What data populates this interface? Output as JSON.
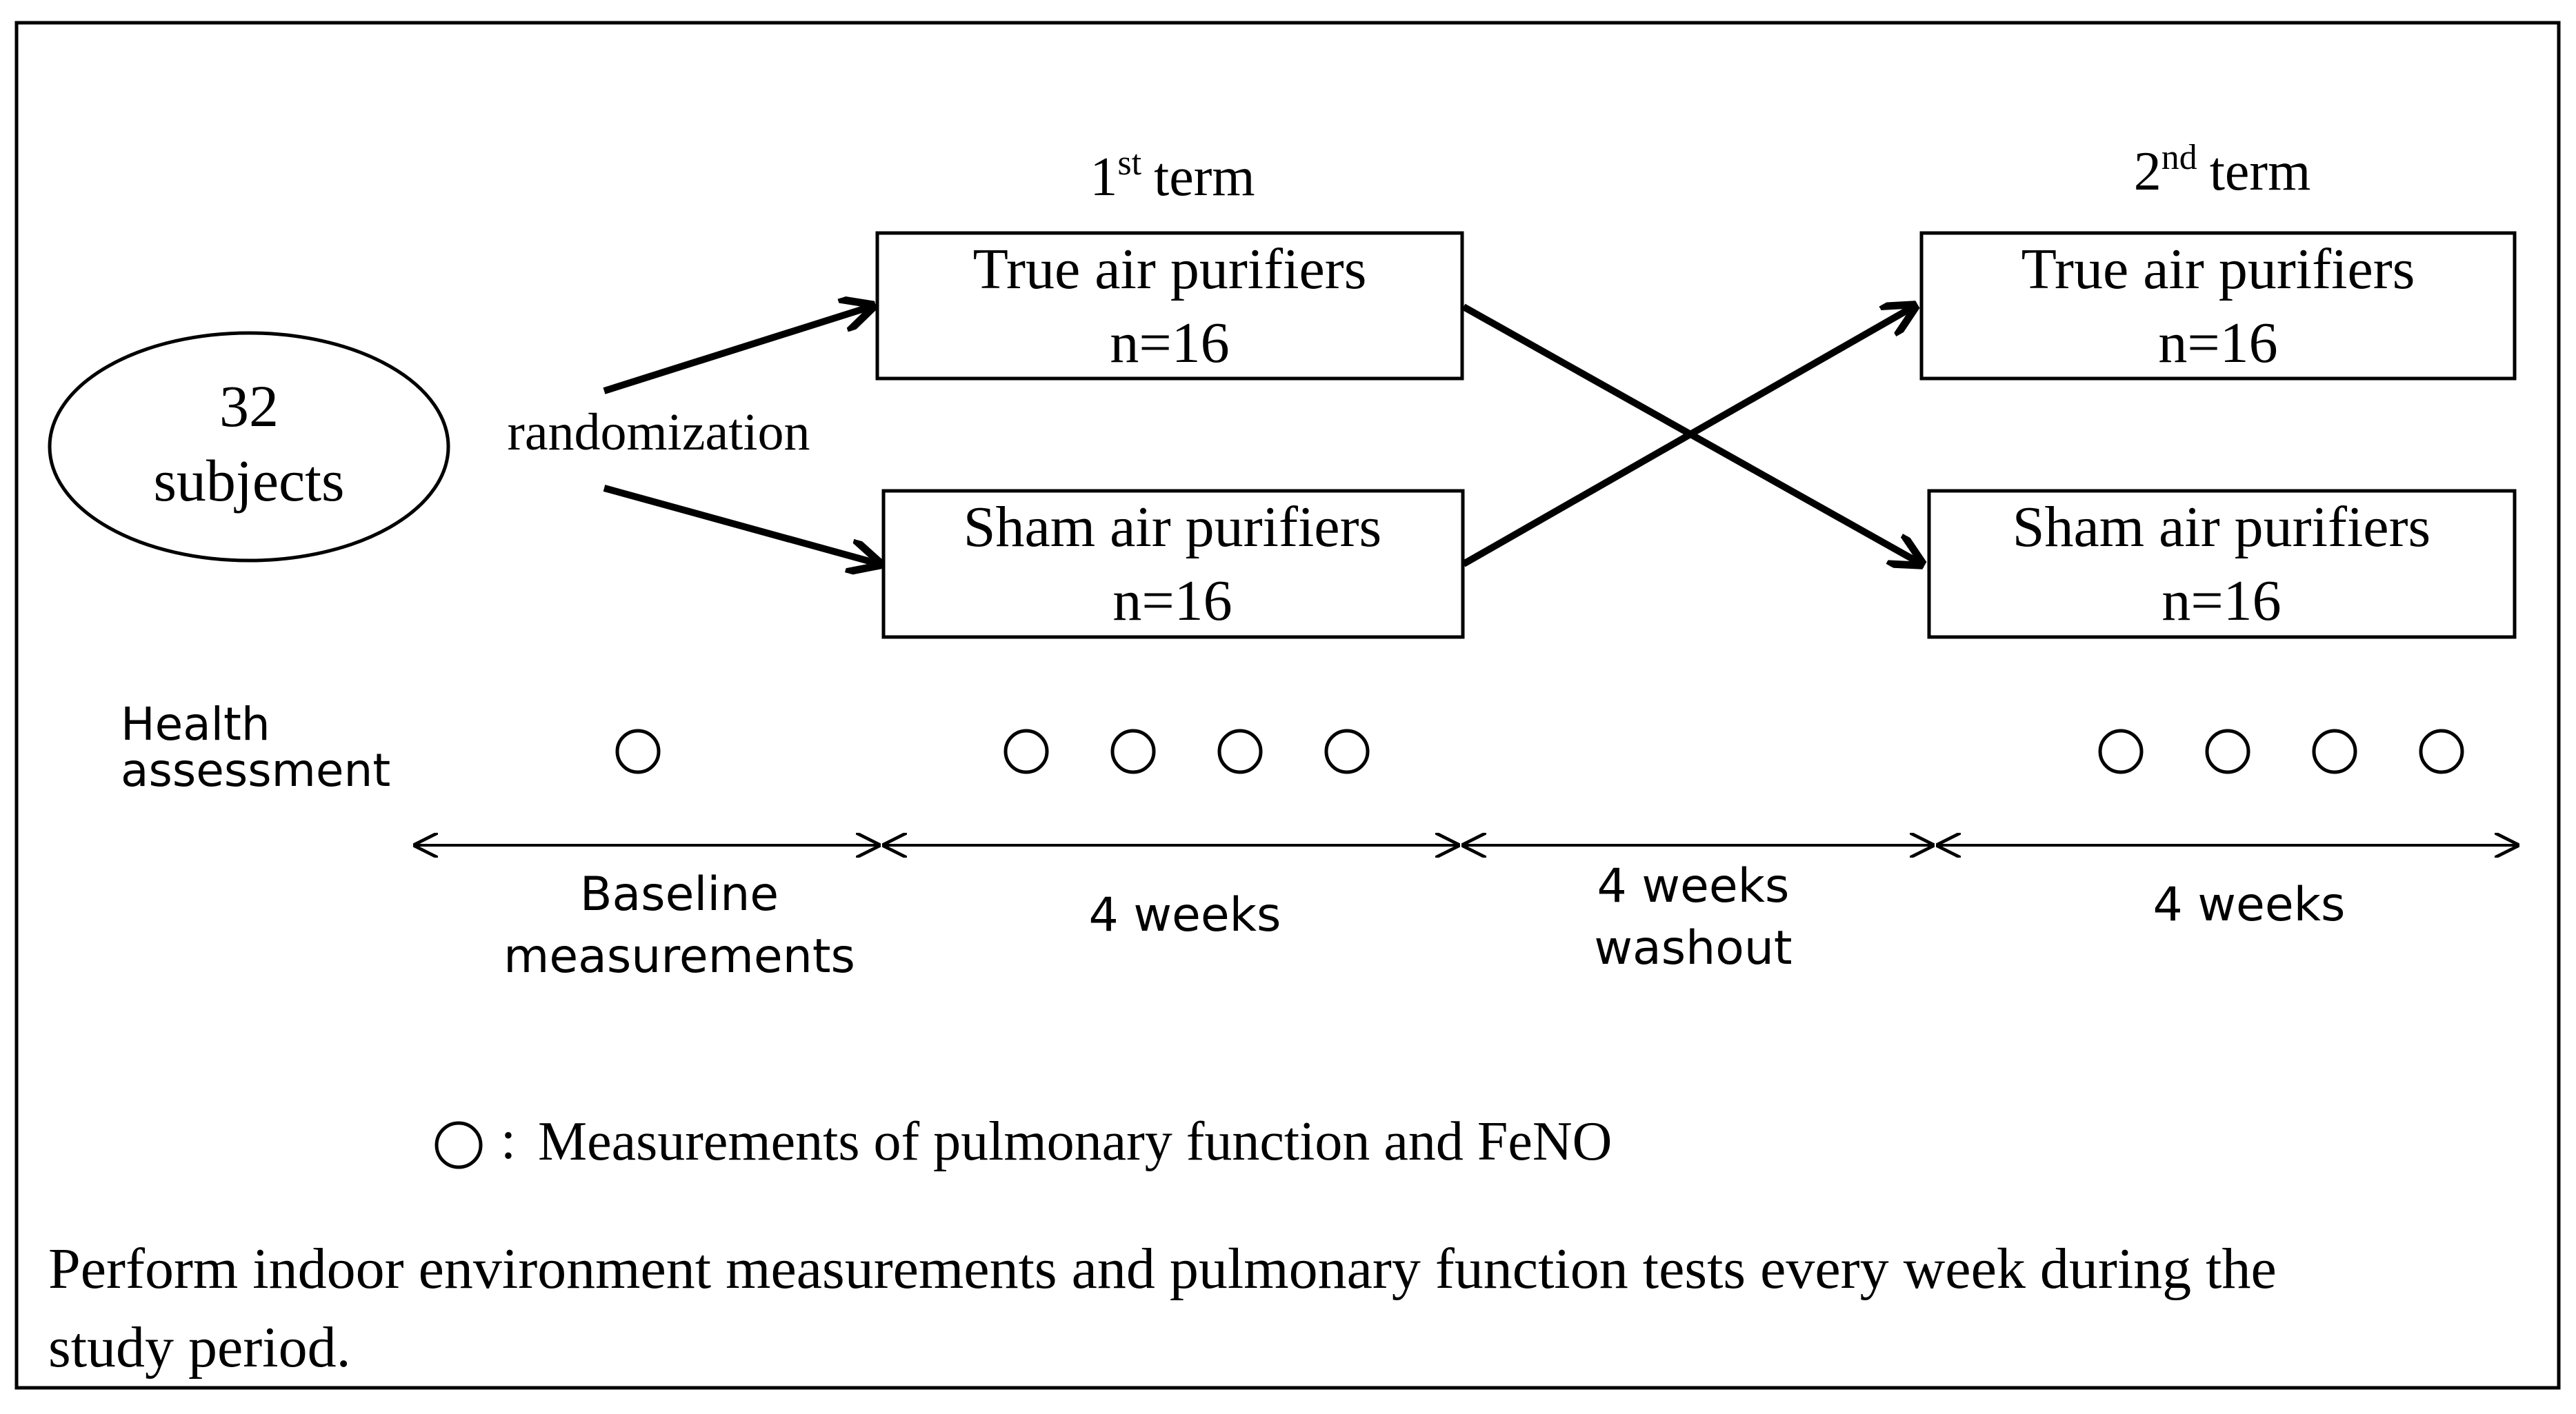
{
  "study_group": {
    "count": "32",
    "label": "subjects"
  },
  "randomization_label": "randomization",
  "terms": [
    {
      "ordinal": "1",
      "suffix": "st",
      "word": "term"
    },
    {
      "ordinal": "2",
      "suffix": "nd",
      "word": "term"
    }
  ],
  "arms": {
    "term1_true": {
      "name": "True air purifiers",
      "n": "n=16"
    },
    "term1_sham": {
      "name": "Sham air purifiers",
      "n": "n=16"
    },
    "term2_true": {
      "name": "True air purifiers",
      "n": "n=16"
    },
    "term2_sham": {
      "name": "Sham air purifiers",
      "n": "n=16"
    }
  },
  "health_assessment": {
    "line1": "Health",
    "line2": "assessment"
  },
  "assessments": {
    "baseline": 1,
    "term1": 4,
    "term2": 4
  },
  "periods": {
    "baseline": {
      "line1": "Baseline",
      "line2": "measurements"
    },
    "term1": {
      "line1": "4 weeks"
    },
    "washout": {
      "line1": "4 weeks",
      "line2": "washout"
    },
    "term2": {
      "line1": "4 weeks"
    }
  },
  "legend": {
    "symbol": "○",
    "separator": ":",
    "text": "Measurements of pulmonary function and FeNO"
  },
  "footnote": {
    "line1": "Perform indoor environment measurements and pulmonary function tests every week during the",
    "line2": "study period."
  }
}
